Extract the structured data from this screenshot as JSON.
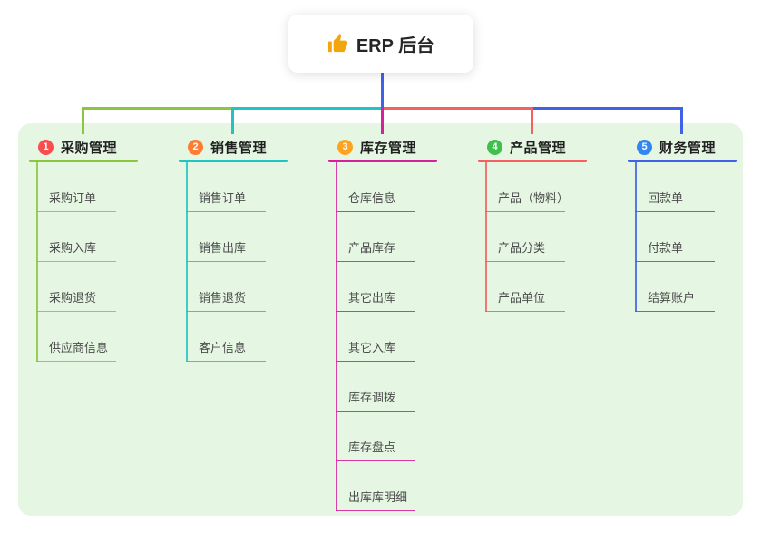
{
  "root": {
    "label": "ERP 后台"
  },
  "colors": {
    "panel_bg": "#e5f7e3",
    "root_line": "#4161e8",
    "thumb_icon": "#f2a60d"
  },
  "branches": [
    {
      "number": "1",
      "title": "采购管理",
      "badge_color": "#f94d4e",
      "line_color": "#8cc63e",
      "children": [
        "采购订单",
        "采购入库",
        "采购退货",
        "供应商信息"
      ]
    },
    {
      "number": "2",
      "title": "销售管理",
      "badge_color": "#ff7d33",
      "line_color": "#22c3c3",
      "children": [
        "销售订单",
        "销售出库",
        "销售退货",
        "客户信息"
      ]
    },
    {
      "number": "3",
      "title": "库存管理",
      "badge_color": "#ffa21c",
      "line_color": "#d6219c",
      "children": [
        "仓库信息",
        "产品库存",
        "其它出库",
        "其它入库",
        "库存调拨",
        "库存盘点",
        "出库库明细"
      ]
    },
    {
      "number": "4",
      "title": "产品管理",
      "badge_color": "#3ec04c",
      "line_color": "#f56060",
      "children": [
        "产品（物料）",
        "产品分类",
        "产品单位"
      ]
    },
    {
      "number": "5",
      "title": "财务管理",
      "badge_color": "#2f86f5",
      "line_color": "#4161e8",
      "children": [
        "回款单",
        "付款单",
        "结算账户"
      ]
    }
  ]
}
